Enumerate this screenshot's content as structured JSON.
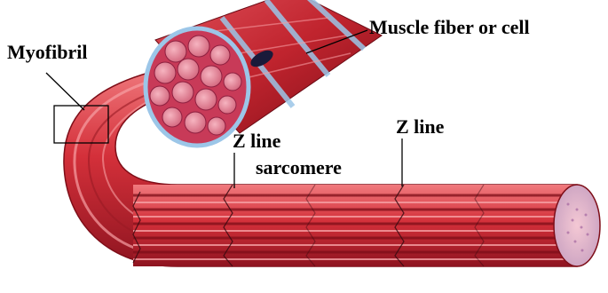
{
  "labels": {
    "muscle_fiber": "Muscle fiber or cell",
    "myofibril": "Myofibril",
    "z_line_left": "Z line",
    "z_line_right": "Z line",
    "sarcomere": "sarcomere"
  },
  "colors": {
    "muscle_red": "#d4303a",
    "muscle_dark": "#8e1420",
    "muscle_light": "#f07a7e",
    "fibril_pink": "#e88a98",
    "sheath_blue": "#9cc6e8",
    "line_black": "#000000"
  }
}
